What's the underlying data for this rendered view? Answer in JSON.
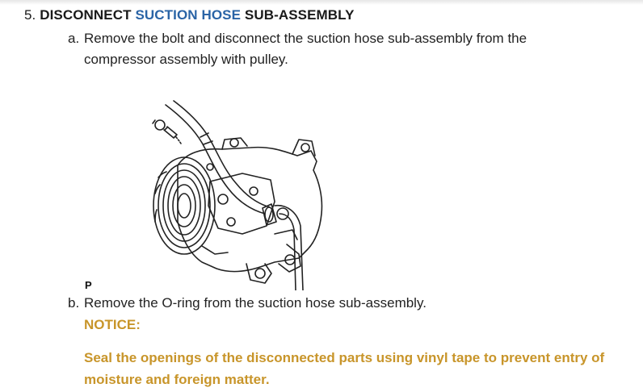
{
  "step": {
    "number": "5.",
    "title_prefix": "DISCONNECT",
    "title_link": "SUCTION HOSE",
    "title_suffix": "SUB-ASSEMBLY"
  },
  "substep_a": {
    "letter": "a.",
    "line1": "Remove the bolt and disconnect the suction hose sub-assembly from the",
    "line2": "compressor assembly with pulley."
  },
  "figure": {
    "label": "P",
    "icon": "compressor-illustration"
  },
  "substep_b": {
    "letter": "b.",
    "text": "Remove the O-ring from the suction hose sub-assembly."
  },
  "notice": {
    "title": "NOTICE:",
    "text": "Seal the openings of the disconnected parts using vinyl tape to prevent entry of moisture and foreign matter."
  },
  "colors": {
    "link": "#2a64a6",
    "notice": "#c8952a"
  }
}
